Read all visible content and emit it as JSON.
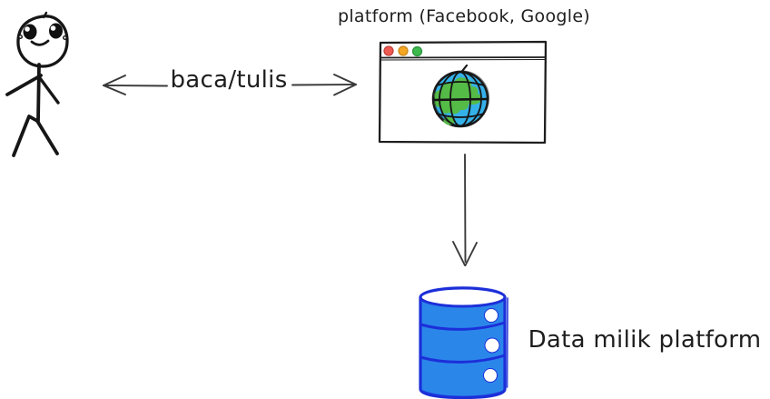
{
  "labels": {
    "platform": "platform (Facebook, Google)",
    "read_write": "baca/tulis",
    "database": "Data milik platform"
  },
  "icons": {
    "person": "stick-figure-user-icon",
    "bidirectional_arrow": "left-right-arrow-icon",
    "browser": "browser-window-icon",
    "globe": "globe-icon",
    "down_arrow": "down-arrow-icon",
    "database": "database-cylinder-icon"
  },
  "colors": {
    "ink": "#1e1e1e",
    "arrow": "#3a3a3a",
    "traffic_red": "#ed5a52",
    "traffic_red_rim": "#c2423c",
    "traffic_yellow": "#f5a623",
    "traffic_yellow_rim": "#c9881a",
    "traffic_green": "#3eb94d",
    "traffic_green_rim": "#2e9440",
    "globe_ocean": "#35b1e9",
    "globe_land": "#55bb47",
    "db_fill": "#2b86ea",
    "db_stroke": "#1c2fd9",
    "white": "#ffffff"
  }
}
